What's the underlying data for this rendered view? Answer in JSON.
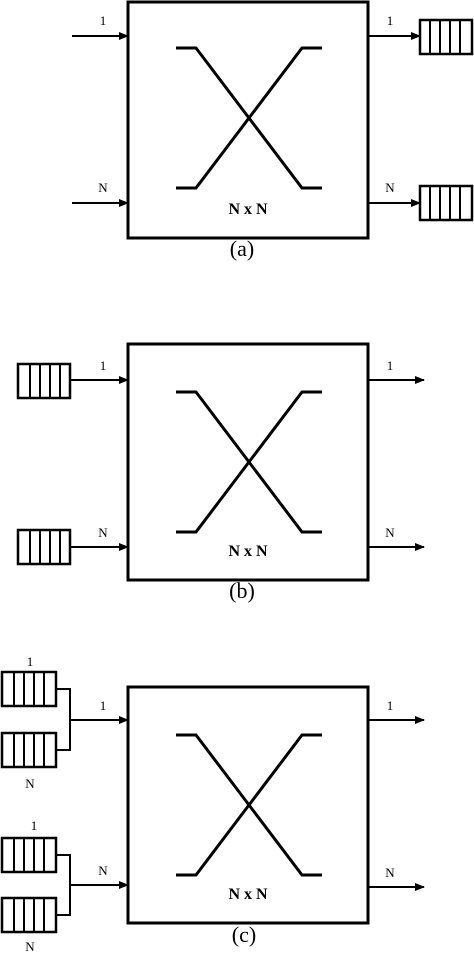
{
  "diagrams": [
    {
      "id": "a",
      "caption": "(a)",
      "switch_label": "N x N",
      "input_labels": [
        "1",
        "N"
      ],
      "output_labels": [
        "1",
        "N"
      ],
      "queueing": "output"
    },
    {
      "id": "b",
      "caption": "(b)",
      "switch_label": "N x N",
      "input_labels": [
        "1",
        "N"
      ],
      "output_labels": [
        "1",
        "N"
      ],
      "queueing": "input"
    },
    {
      "id": "c",
      "caption": "(c)",
      "switch_label": "N x N",
      "input_labels": [
        "1",
        "N"
      ],
      "output_labels": [
        "1",
        "N"
      ],
      "voq_labels": [
        "1",
        "N",
        "1",
        "N"
      ],
      "queueing": "virtual-output"
    }
  ]
}
